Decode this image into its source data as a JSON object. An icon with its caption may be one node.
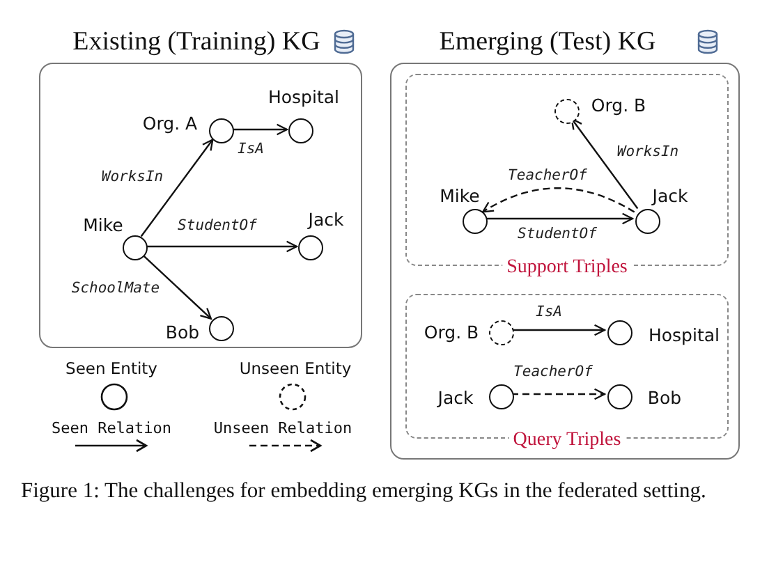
{
  "diagram": {
    "nodes": [
      {
        "text": [
          "Existing (Training) KG"
        ]
      },
      {
        "text": [
          "Org. A"
        ],
        "in": 0
      },
      {
        "text": [
          "Hospital"
        ],
        "in": 0
      },
      {
        "text": [
          "Mike"
        ],
        "in": 0
      },
      {
        "text": [
          "Jack"
        ],
        "in": 0
      },
      {
        "text": [
          "Bob"
        ],
        "in": 0
      },
      {
        "text": [
          "Emerging (Test) KG"
        ]
      },
      {
        "text": [
          "Support Triples"
        ],
        "in": 6
      },
      {
        "text": [
          "Org. B"
        ],
        "in": 7
      },
      {
        "text": [
          "Mike"
        ],
        "in": 7
      },
      {
        "text": [
          "Jack"
        ],
        "in": 7
      },
      {
        "text": [
          "Query Triples"
        ],
        "in": 6
      },
      {
        "text": [
          "Org. B"
        ],
        "in": 11
      },
      {
        "text": [
          "Hospital"
        ],
        "in": 11
      },
      {
        "text": [
          "Jack"
        ],
        "in": 11
      },
      {
        "text": [
          "Bob"
        ],
        "in": 11
      }
    ],
    "edges": [
      {
        "from": 3,
        "to": 1,
        "arrow": "to",
        "label": "WorksIn"
      },
      {
        "from": 1,
        "to": 2,
        "arrow": "to",
        "label": "IsA"
      },
      {
        "from": 3,
        "to": 4,
        "arrow": "to",
        "label": "StudentOf"
      },
      {
        "from": 3,
        "to": 5,
        "arrow": "to",
        "label": "SchoolMate"
      },
      {
        "from": 10,
        "to": 8,
        "arrow": "to",
        "label": "WorksIn"
      },
      {
        "from": 10,
        "to": 9,
        "arrow": "to",
        "label": "TeacherOf",
        "style": "dashed"
      },
      {
        "from": 9,
        "to": 10,
        "arrow": "to",
        "label": "StudentOf"
      },
      {
        "from": 12,
        "to": 13,
        "arrow": "to",
        "label": "IsA"
      },
      {
        "from": 14,
        "to": 15,
        "arrow": "to",
        "label": "TeacherOf",
        "style": "dashed"
      }
    ],
    "legend": [
      {
        "text": "Seen Entity"
      },
      {
        "text": "Unseen Entity"
      },
      {
        "text": "Seen Relation"
      },
      {
        "text": "Unseen Relation"
      }
    ],
    "caption": "Figure 1: The challenges for embedding emerging KGs in the federated setting."
  }
}
